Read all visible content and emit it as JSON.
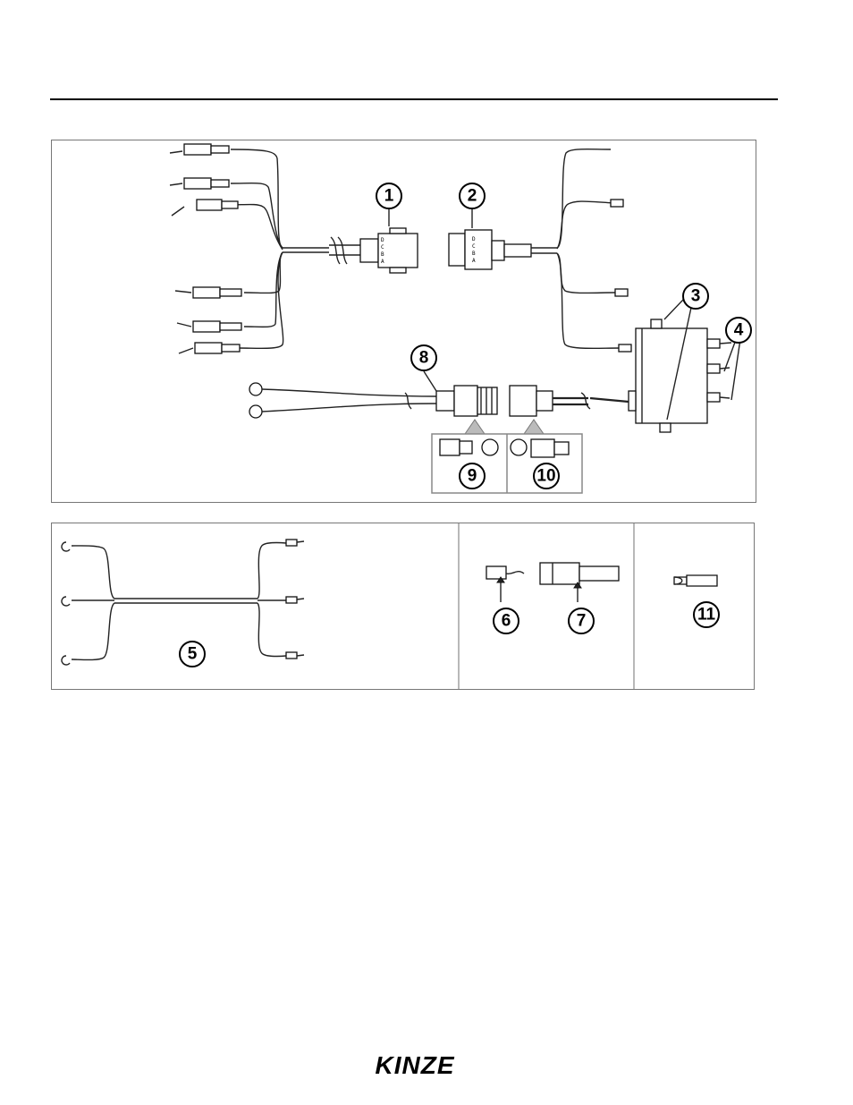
{
  "callouts": {
    "c1": "1",
    "c2": "2",
    "c3": "3",
    "c4": "4",
    "c5": "5",
    "c6": "6",
    "c7": "7",
    "c8": "8",
    "c9": "9",
    "c10": "10",
    "c11": "11"
  },
  "connector_pins": {
    "p1": "D",
    "p2": "C",
    "p3": "B",
    "p4": "A"
  },
  "logo": {
    "text": "KINZE"
  }
}
